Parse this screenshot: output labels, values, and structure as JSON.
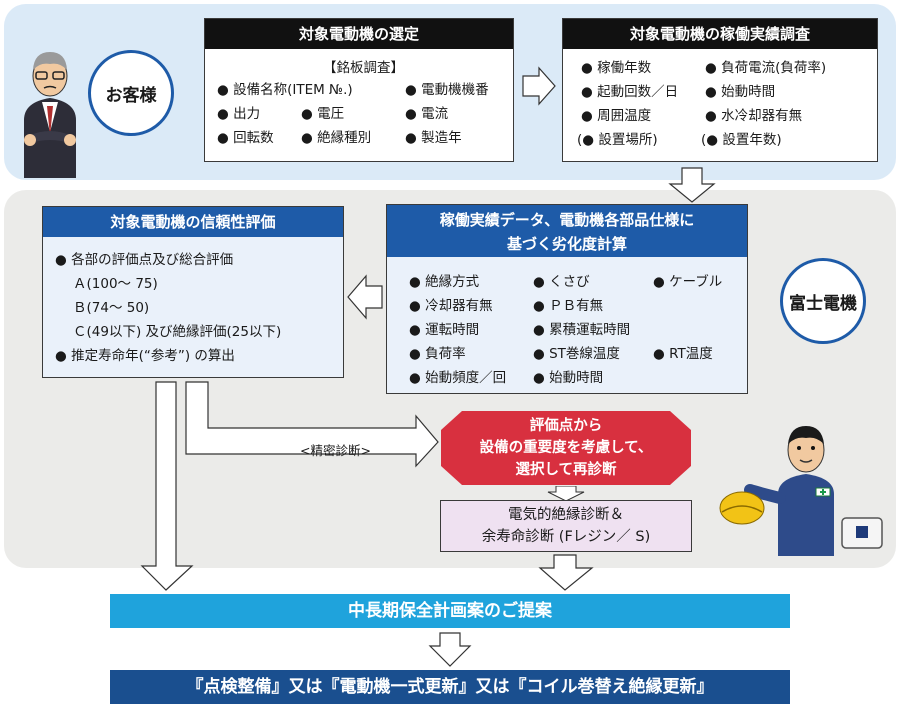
{
  "customer": {
    "label": "お客様"
  },
  "fuji": {
    "label": "富士電機"
  },
  "selection": {
    "title": "対象電動機の選定",
    "subheading": "【銘板調査】",
    "items": [
      "● 設備名称(ITEM №.)",
      "● 電動機機番",
      "● 出力",
      "● 電圧",
      "● 電流",
      "● 回転数",
      "● 絶縁種別",
      "● 製造年"
    ]
  },
  "survey": {
    "title": "対象電動機の稼働実績調査",
    "items": [
      "● 稼働年数",
      "● 負荷電流(負荷率)",
      "● 起動回数／日",
      "● 始動時間",
      "● 周囲温度",
      "● 水冷却器有無",
      "(● 設置場所)",
      "(● 設置年数)"
    ]
  },
  "calculation": {
    "title_line1": "稼働実績データ、電動機各部品仕様に",
    "title_line2": "基づく劣化度計算",
    "items": [
      "● 絶縁方式",
      "● くさび",
      "● ケーブル",
      "● 冷却器有無",
      "● ＰＢ有無",
      "● 運転時間",
      "● 累積運転時間",
      "● 負荷率",
      "● ST巻線温度",
      "● RT温度",
      "● 始動頻度／回",
      "● 始動時間"
    ]
  },
  "reliability": {
    "title": "対象電動機の信頼性評価",
    "lines": [
      "● 各部の評価点及び総合評価",
      "Ａ(100～ 75)",
      "Ｂ(74～ 50)",
      "Ｃ(49以下) 及び絶縁評価(25以下)",
      "● 推定寿命年(“参考”) の算出"
    ]
  },
  "precision": {
    "label": "<精密診断>"
  },
  "rediagnosis": {
    "lines": [
      "評価点から",
      "設備の重要度を考慮して、",
      "選択して再診断"
    ]
  },
  "electrical": {
    "lines": [
      "電気的絶縁診断＆",
      "余寿命診断 (Fレジン／ S)"
    ]
  },
  "proposal": {
    "label": "中長期保全計画案のご提案"
  },
  "final": {
    "label": "『点検整備』又は『電動機一式更新』又は『コイル巻替え絶縁更新』"
  },
  "colors": {
    "navy": "#1a4f8f",
    "blue": "#1e5ba8",
    "sky": "#1fa3dc",
    "red": "#d8303f",
    "pink": "#efe1f1",
    "lightblue": "#dbeaf7",
    "grey": "#ebebe9"
  }
}
